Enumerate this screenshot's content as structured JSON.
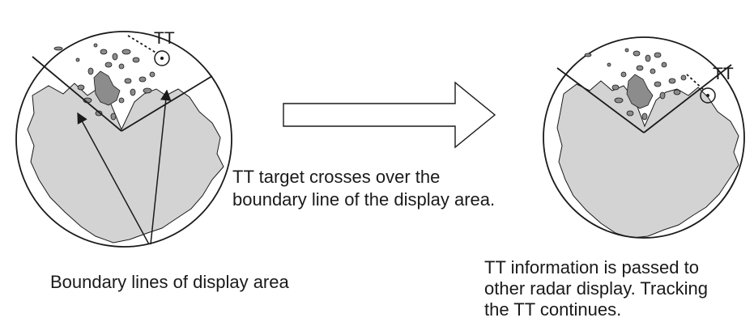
{
  "left_scope": {
    "target_label": "TT"
  },
  "right_scope": {
    "target_label": "TT"
  },
  "captions": {
    "middle_line1": "TT target crosses over the",
    "middle_line2": "boundary line of the display area.",
    "left": "Boundary lines of display area",
    "right_line1": "TT information is passed to",
    "right_line2": "other radar display. Tracking",
    "right_line3": "the TT continues."
  },
  "colors": {
    "land": "#d3d3d3",
    "echo": "#8c8c8c",
    "line": "#1a1a1a"
  }
}
